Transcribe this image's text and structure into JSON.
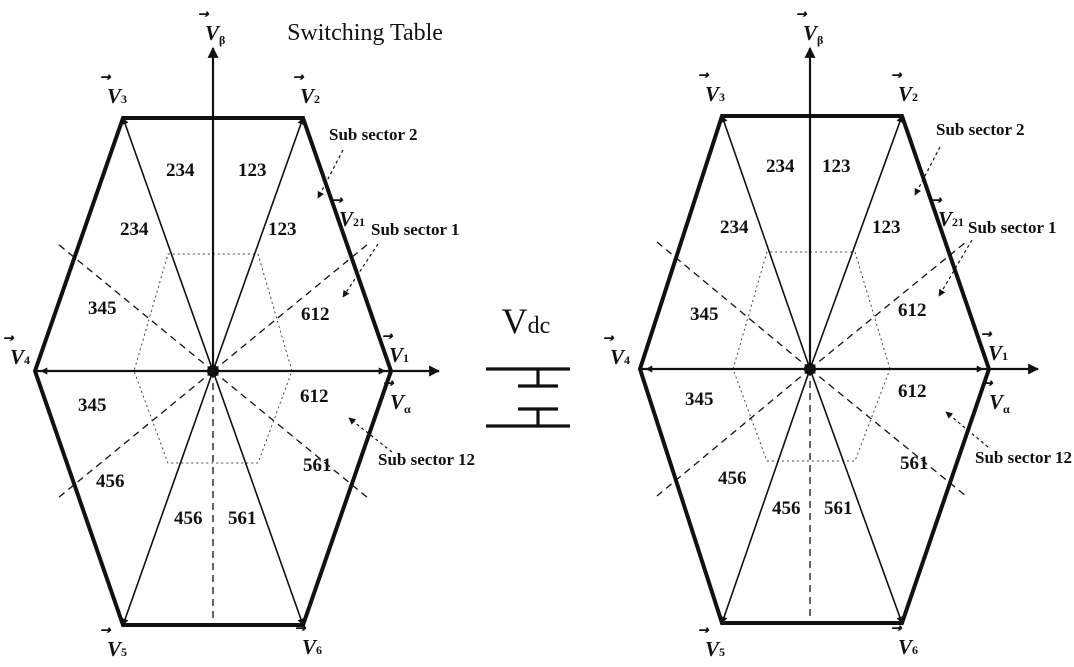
{
  "title": "Switching Table",
  "source_label": {
    "main": "V",
    "sub": "dc"
  },
  "vector_glyph": "V",
  "vector_arrow": "⃗",
  "vectors": [
    {
      "name": "V1",
      "sub": "1"
    },
    {
      "name": "V2",
      "sub": "2"
    },
    {
      "name": "V3",
      "sub": "3"
    },
    {
      "name": "V4",
      "sub": "4"
    },
    {
      "name": "V5",
      "sub": "5"
    },
    {
      "name": "V6",
      "sub": "6"
    },
    {
      "name": "V21",
      "sub": "21"
    }
  ],
  "axes": {
    "alpha_sub": "α",
    "beta_sub": "β"
  },
  "sector_labels": [
    "123",
    "123",
    "234",
    "234",
    "345",
    "345",
    "456",
    "456",
    "561",
    "561",
    "612",
    "612"
  ],
  "annotations": [
    "Sub sector 2",
    "Sub sector 1",
    "Sub sector 12"
  ],
  "colors": {
    "ink": "#111111",
    "background": "#ffffff"
  },
  "diagrams": [
    {
      "id": "left",
      "show_title": true
    },
    {
      "id": "right",
      "show_title": false
    }
  ]
}
